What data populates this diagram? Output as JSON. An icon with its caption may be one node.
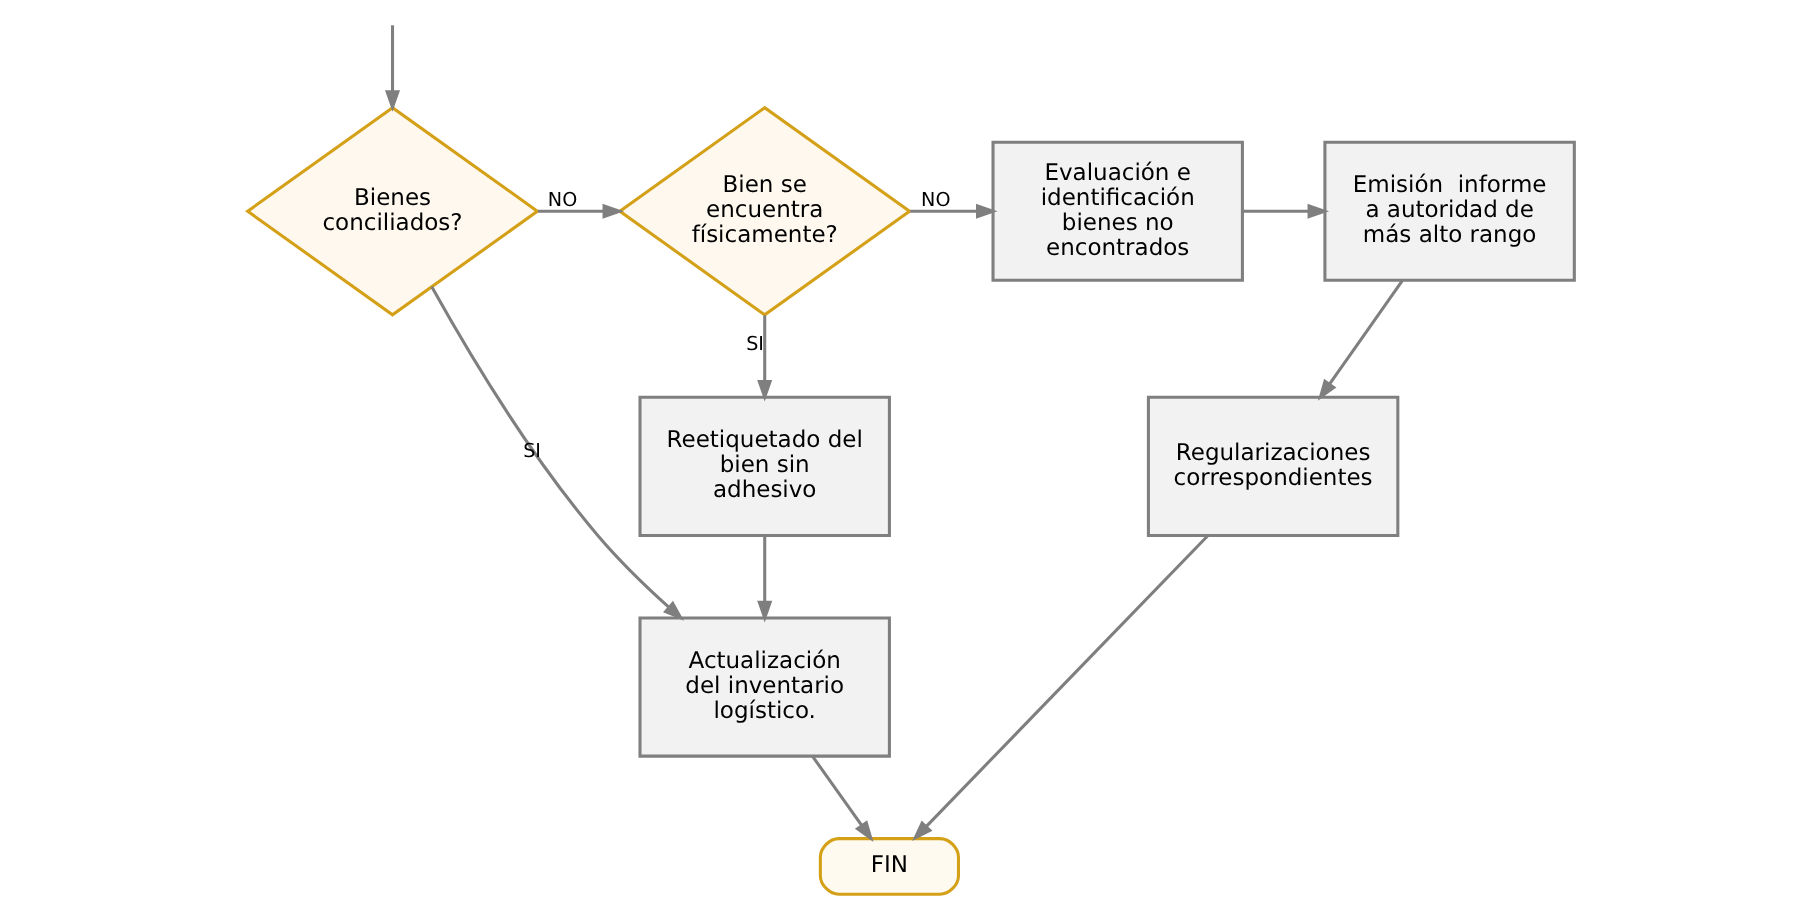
{
  "diagram": {
    "nodes": [
      {
        "text": [
          "Bienes conciliados?"
        ]
      },
      {
        "text": [
          "Bien se encuentra físicamente?"
        ]
      },
      {
        "text": [
          "Evaluación e identificación bienes no encontrados"
        ]
      },
      {
        "text": [
          "Emisión  informe a autoridad de más alto rango"
        ]
      },
      {
        "text": [
          "Reetiquetado del bien sin adhesivo"
        ]
      },
      {
        "text": [
          "Regularizaciones correspondientes"
        ]
      },
      {
        "text": [
          "Actualización del inventario logístico."
        ]
      },
      {
        "text": [
          "FIN"
        ]
      }
    ],
    "edges": [
      {
        "from": null,
        "to": 0,
        "arrow": "to"
      },
      {
        "from": 0,
        "to": 1,
        "arrow": "to",
        "label": "NO"
      },
      {
        "from": 1,
        "to": 2,
        "arrow": "to",
        "label": "NO"
      },
      {
        "from": 2,
        "to": 3,
        "arrow": "to"
      },
      {
        "from": 0,
        "to": 6,
        "arrow": "to",
        "label": "SI"
      },
      {
        "from": 1,
        "to": 4,
        "arrow": "to",
        "label": "SI"
      },
      {
        "from": 3,
        "to": 5,
        "arrow": "to"
      },
      {
        "from": 4,
        "to": 6,
        "arrow": "to"
      },
      {
        "from": 6,
        "to": 7,
        "arrow": "to"
      },
      {
        "from": 5,
        "to": 7,
        "arrow": "to"
      }
    ]
  }
}
